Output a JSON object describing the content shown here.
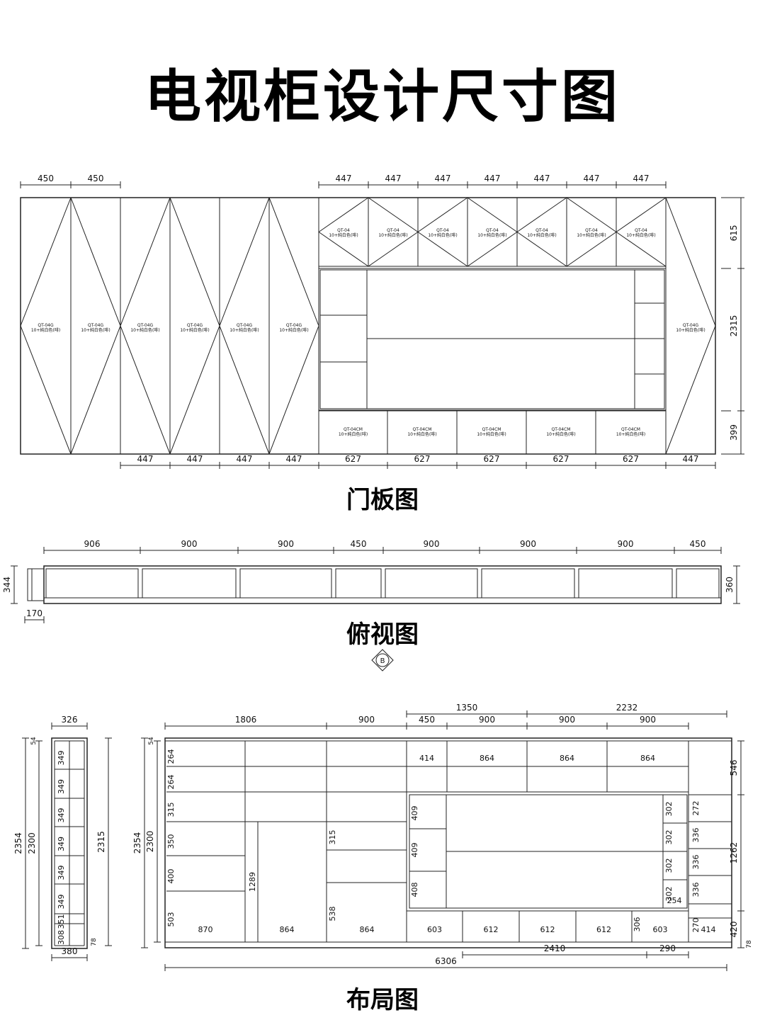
{
  "title": "电视柜设计尺寸图",
  "sections": {
    "door": {
      "caption": "门板图",
      "top_dims": [
        "450",
        "450",
        "447",
        "447",
        "447",
        "447",
        "447",
        "447",
        "447"
      ],
      "bottom_dims": [
        "447",
        "447",
        "447",
        "447",
        "627",
        "627",
        "627",
        "627",
        "627",
        "447"
      ],
      "right_dims": [
        "615",
        "2315",
        "399"
      ],
      "tall_door_label": [
        "QT-04G",
        "10+純白色(啡)"
      ],
      "upper_door_label": [
        "QT-04",
        "10+純白色(啡)"
      ],
      "drawer_label": [
        "QT-04CM",
        "10+純白色(啡)"
      ]
    },
    "plan": {
      "caption": "俯视图",
      "top_dims": [
        "906",
        "900",
        "900",
        "450",
        "900",
        "900",
        "900",
        "450"
      ],
      "left_dim": "344",
      "right_dim": "360",
      "bottom_dim": "170",
      "marker": "B"
    },
    "layout": {
      "caption": "布局图",
      "side": {
        "top": "326",
        "bottom": "380",
        "heights": [
          "2354",
          "2300",
          "2315"
        ],
        "small": [
          "54",
          "78"
        ],
        "inner": [
          "349",
          "349",
          "349",
          "349",
          "349",
          "349",
          "351",
          "308"
        ]
      },
      "front": {
        "overall_left": [
          "2354",
          "2300"
        ],
        "top_left": "54",
        "top_dims": [
          "1806",
          "900",
          "450",
          "900",
          "900",
          "900"
        ],
        "top2_dims": [
          "1350",
          "2232"
        ],
        "left_col": [
          "264",
          "264",
          "315",
          "350",
          "400",
          "503"
        ],
        "col3": [
          "315",
          "538"
        ],
        "tall": "1289",
        "bottom_w": [
          "870",
          "864",
          "864"
        ],
        "upper_w": [
          "414",
          "864",
          "864",
          "864"
        ],
        "center_left": [
          "409",
          "409",
          "408"
        ],
        "center_right": [
          "302",
          "302",
          "302",
          "302"
        ],
        "right_col": [
          "272",
          "336",
          "336",
          "336",
          "270"
        ],
        "right_overall": [
          "546",
          "1262",
          "420"
        ],
        "small_254": "254",
        "drawer_w": [
          "603",
          "612",
          "612",
          "612",
          "603"
        ],
        "d306": "306",
        "d414": "414",
        "bottom_dims": [
          "2410",
          "290"
        ],
        "overall": "6306",
        "bottom_right": "78"
      }
    }
  }
}
